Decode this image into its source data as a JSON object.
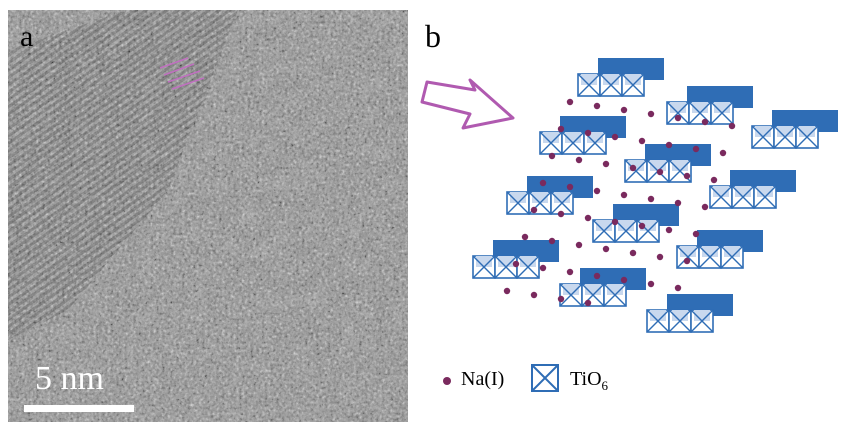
{
  "panel_a": {
    "label": "a",
    "scale_bar_text": "5 nm"
  },
  "panel_b": {
    "label": "b",
    "legend": {
      "dot_label": "Na(I)",
      "box_label": "TiO",
      "box_label_sub": "6"
    }
  },
  "colors": {
    "octahedra": "#2f6db5",
    "octahedra_face": "#ffffff",
    "sodium": "#7a2a5e",
    "arrow": "#b05ab0",
    "fringes": "#c070c0"
  },
  "icons": [
    "arrow-right-outline-icon",
    "tio6-octahedron-icon",
    "na-dot-icon"
  ]
}
